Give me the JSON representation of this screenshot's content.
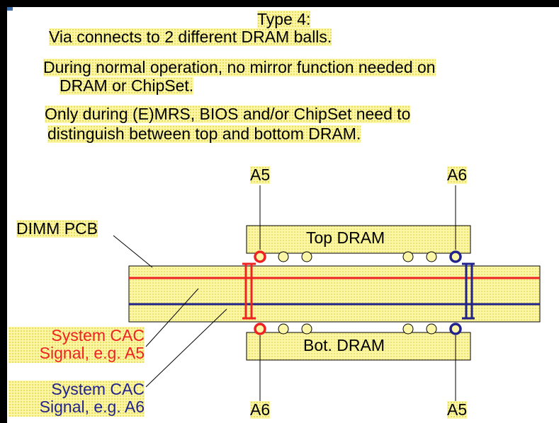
{
  "title": "Type 4:",
  "description_lines": [
    "Via connects to 2 different DRAM balls.",
    "During normal operation, no mirror function needed on",
    "DRAM or ChipSet.",
    "Only during (E)MRS, BIOS and/or ChipSet need to",
    "distinguish between top and bottom DRAM."
  ],
  "labels": {
    "dimm_pcb": "DIMM PCB",
    "top_dram": "Top DRAM",
    "bot_dram": "Bot. DRAM",
    "top_left_pin": "A5",
    "top_right_pin": "A6",
    "bottom_left_pin": "A6",
    "bottom_right_pin": "A5",
    "system_cac_a5": [
      "System CAC",
      "Signal, e.g. A5"
    ],
    "system_cac_a6": [
      "System CAC",
      "Signal, e.g. A6"
    ]
  },
  "colors": {
    "signal_a5": "#ee2222",
    "signal_a6": "#22228c",
    "highlight": "#fbf5a6"
  }
}
